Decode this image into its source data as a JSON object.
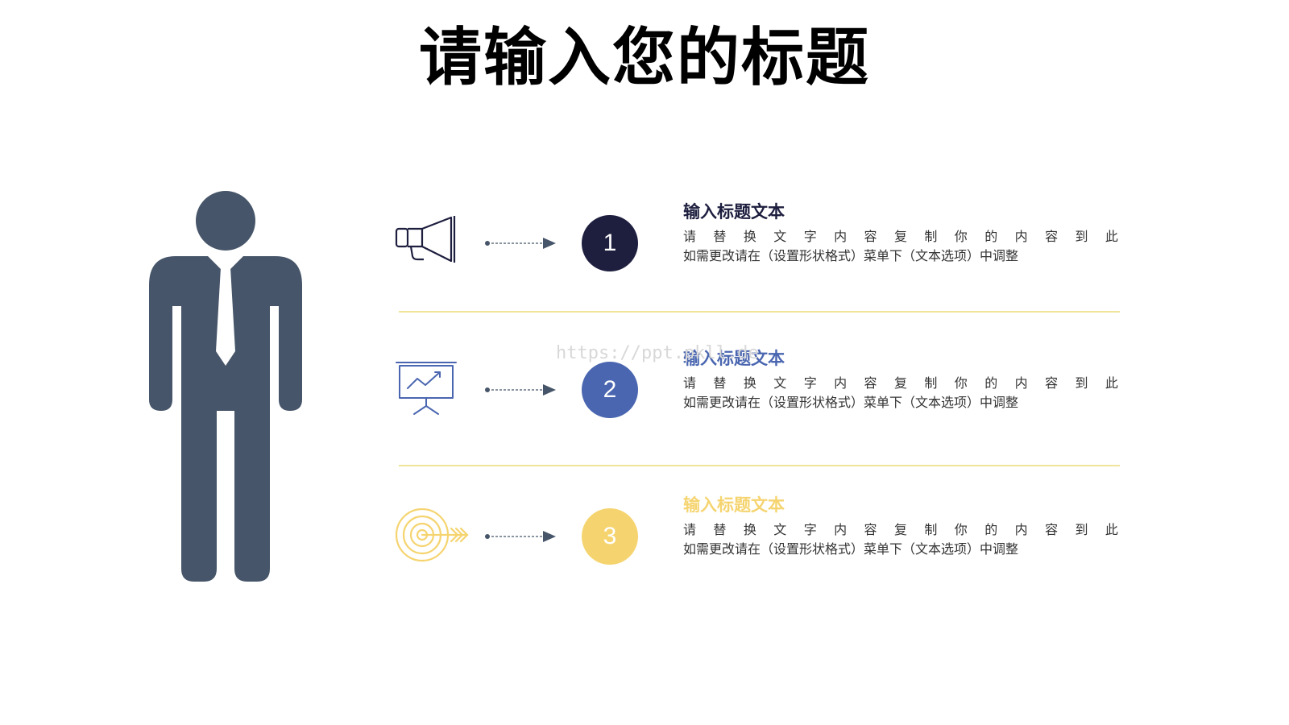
{
  "title": "请输入您的标题",
  "watermark": "https://ppt.pkll.de",
  "colors": {
    "figure": "#465569",
    "navy": "#1e1f3f",
    "blue": "#4a66b0",
    "yellow": "#f5d470",
    "divider": "#f0e39a",
    "arrow": "#465569"
  },
  "items": [
    {
      "number": "1",
      "icon": "megaphone-icon",
      "heading": "输入标题文本",
      "line1": [
        "请",
        "替",
        "换",
        "文",
        "字",
        "内",
        "容",
        "复",
        "制",
        "你",
        "的",
        "内",
        "容",
        "到",
        "此"
      ],
      "line2": "如需更改请在（设置形状格式）菜单下（文本选项）中调整"
    },
    {
      "number": "2",
      "icon": "presentation-chart-icon",
      "heading": "输入标题文本",
      "line1": [
        "请",
        "替",
        "换",
        "文",
        "字",
        "内",
        "容",
        "复",
        "制",
        "你",
        "的",
        "内",
        "容",
        "到",
        "此"
      ],
      "line2": "如需更改请在（设置形状格式）菜单下（文本选项）中调整"
    },
    {
      "number": "3",
      "icon": "target-arrow-icon",
      "heading": "输入标题文本",
      "line1": [
        "请",
        "替",
        "换",
        "文",
        "字",
        "内",
        "容",
        "复",
        "制",
        "你",
        "的",
        "内",
        "容",
        "到",
        "此"
      ],
      "line2": "如需更改请在（设置形状格式）菜单下（文本选项）中调整"
    }
  ]
}
